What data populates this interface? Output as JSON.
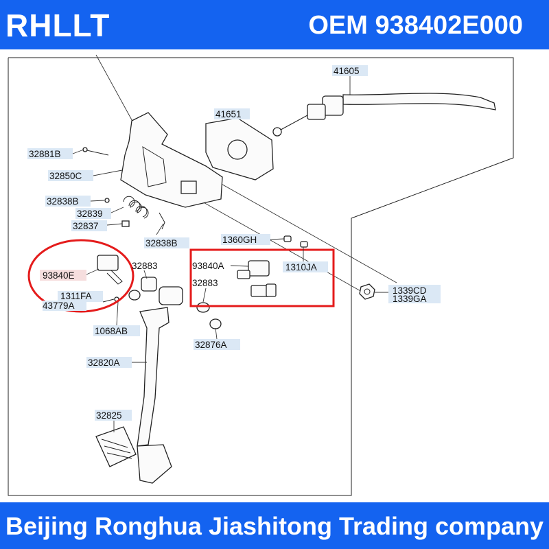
{
  "header": {
    "brand": "RHLLT",
    "oem": "OEM 938402E000"
  },
  "footer": {
    "company": "Beijing Ronghua Jiashitong Trading company"
  },
  "colors": {
    "banner": "#1463f0",
    "banner_text": "#ffffff",
    "highlight_box": "#e41b1b",
    "highlight_circle": "#e41b1b",
    "label_box": "#dbe8f5"
  },
  "parts": {
    "p41605": "41605",
    "p41651": "41651",
    "p32881B": "32881B",
    "p32850C": "32850C",
    "p32838B_top": "32838B",
    "p32839": "32839",
    "p32837": "32837",
    "p32838B_bottom": "32838B",
    "p1360GH": "1360GH",
    "p93840E": "93840E",
    "p32883_left": "32883",
    "p93840A": "93840A",
    "p1310JA": "1310JA",
    "p32883_right": "32883",
    "p1339CD": "1339CD",
    "p1339GA": "1339GA",
    "p1311FA": "1311FA",
    "p43779A": "43779A",
    "p1068AB": "1068AB",
    "p32876A": "32876A",
    "p32820A": "32820A",
    "p32825": "32825"
  }
}
